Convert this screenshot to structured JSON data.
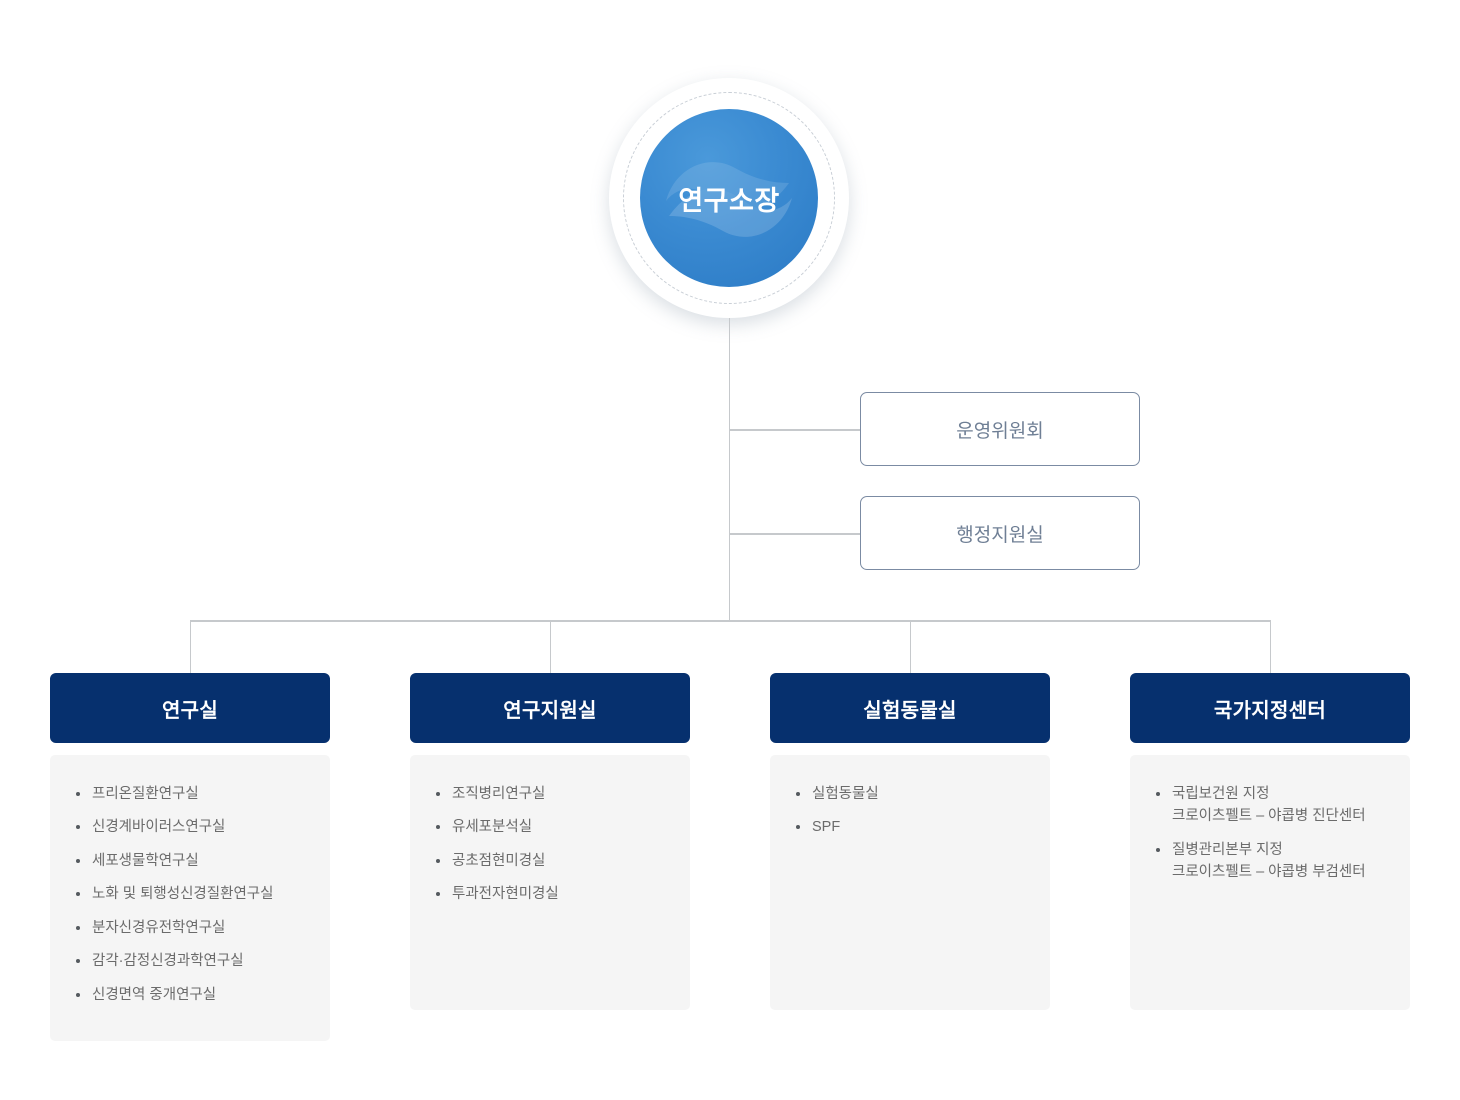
{
  "root": {
    "label": "연구소장",
    "watermark_icon": "wave-logo-watermark",
    "circle_color": "#3b8bd2",
    "text_color": "#ffffff"
  },
  "side_boxes": [
    {
      "label": "운영위원회",
      "border_color": "#7b8ba3",
      "text_color": "#6f7f95"
    },
    {
      "label": "행정지원실",
      "border_color": "#7b8ba3",
      "text_color": "#6f7f95"
    }
  ],
  "columns": [
    {
      "header": "연구실",
      "header_color": "#06306e",
      "items": [
        {
          "main": "프리온질환연구실"
        },
        {
          "main": "신경계바이러스연구실"
        },
        {
          "main": "세포생물학연구실"
        },
        {
          "main": "노화 및 퇴행성신경질환연구실"
        },
        {
          "main": "분자신경유전학연구실"
        },
        {
          "main": "감각·감정신경과학연구실"
        },
        {
          "main": "신경면역 중개연구실"
        }
      ]
    },
    {
      "header": "연구지원실",
      "header_color": "#06306e",
      "items": [
        {
          "main": "조직병리연구실"
        },
        {
          "main": "유세포분석실"
        },
        {
          "main": "공초점현미경실"
        },
        {
          "main": "투과전자현미경실"
        }
      ]
    },
    {
      "header": "실험동물실",
      "header_color": "#06306e",
      "items": [
        {
          "main": "실험동물실"
        },
        {
          "main": "SPF"
        }
      ]
    },
    {
      "header": "국가지정센터",
      "header_color": "#06306e",
      "items": [
        {
          "main": "국립보건원 지정",
          "sub": "크로이츠펠트 – 야콥병 진단센터"
        },
        {
          "main": "질병관리본부 지정",
          "sub": "크로이츠펠트 – 야콥병 부검센터"
        }
      ]
    }
  ],
  "theme": {
    "background": "#ffffff",
    "panel_background": "#f5f5f5",
    "line_color": "#c6c9cc",
    "list_text_color": "#6b6b6b"
  }
}
